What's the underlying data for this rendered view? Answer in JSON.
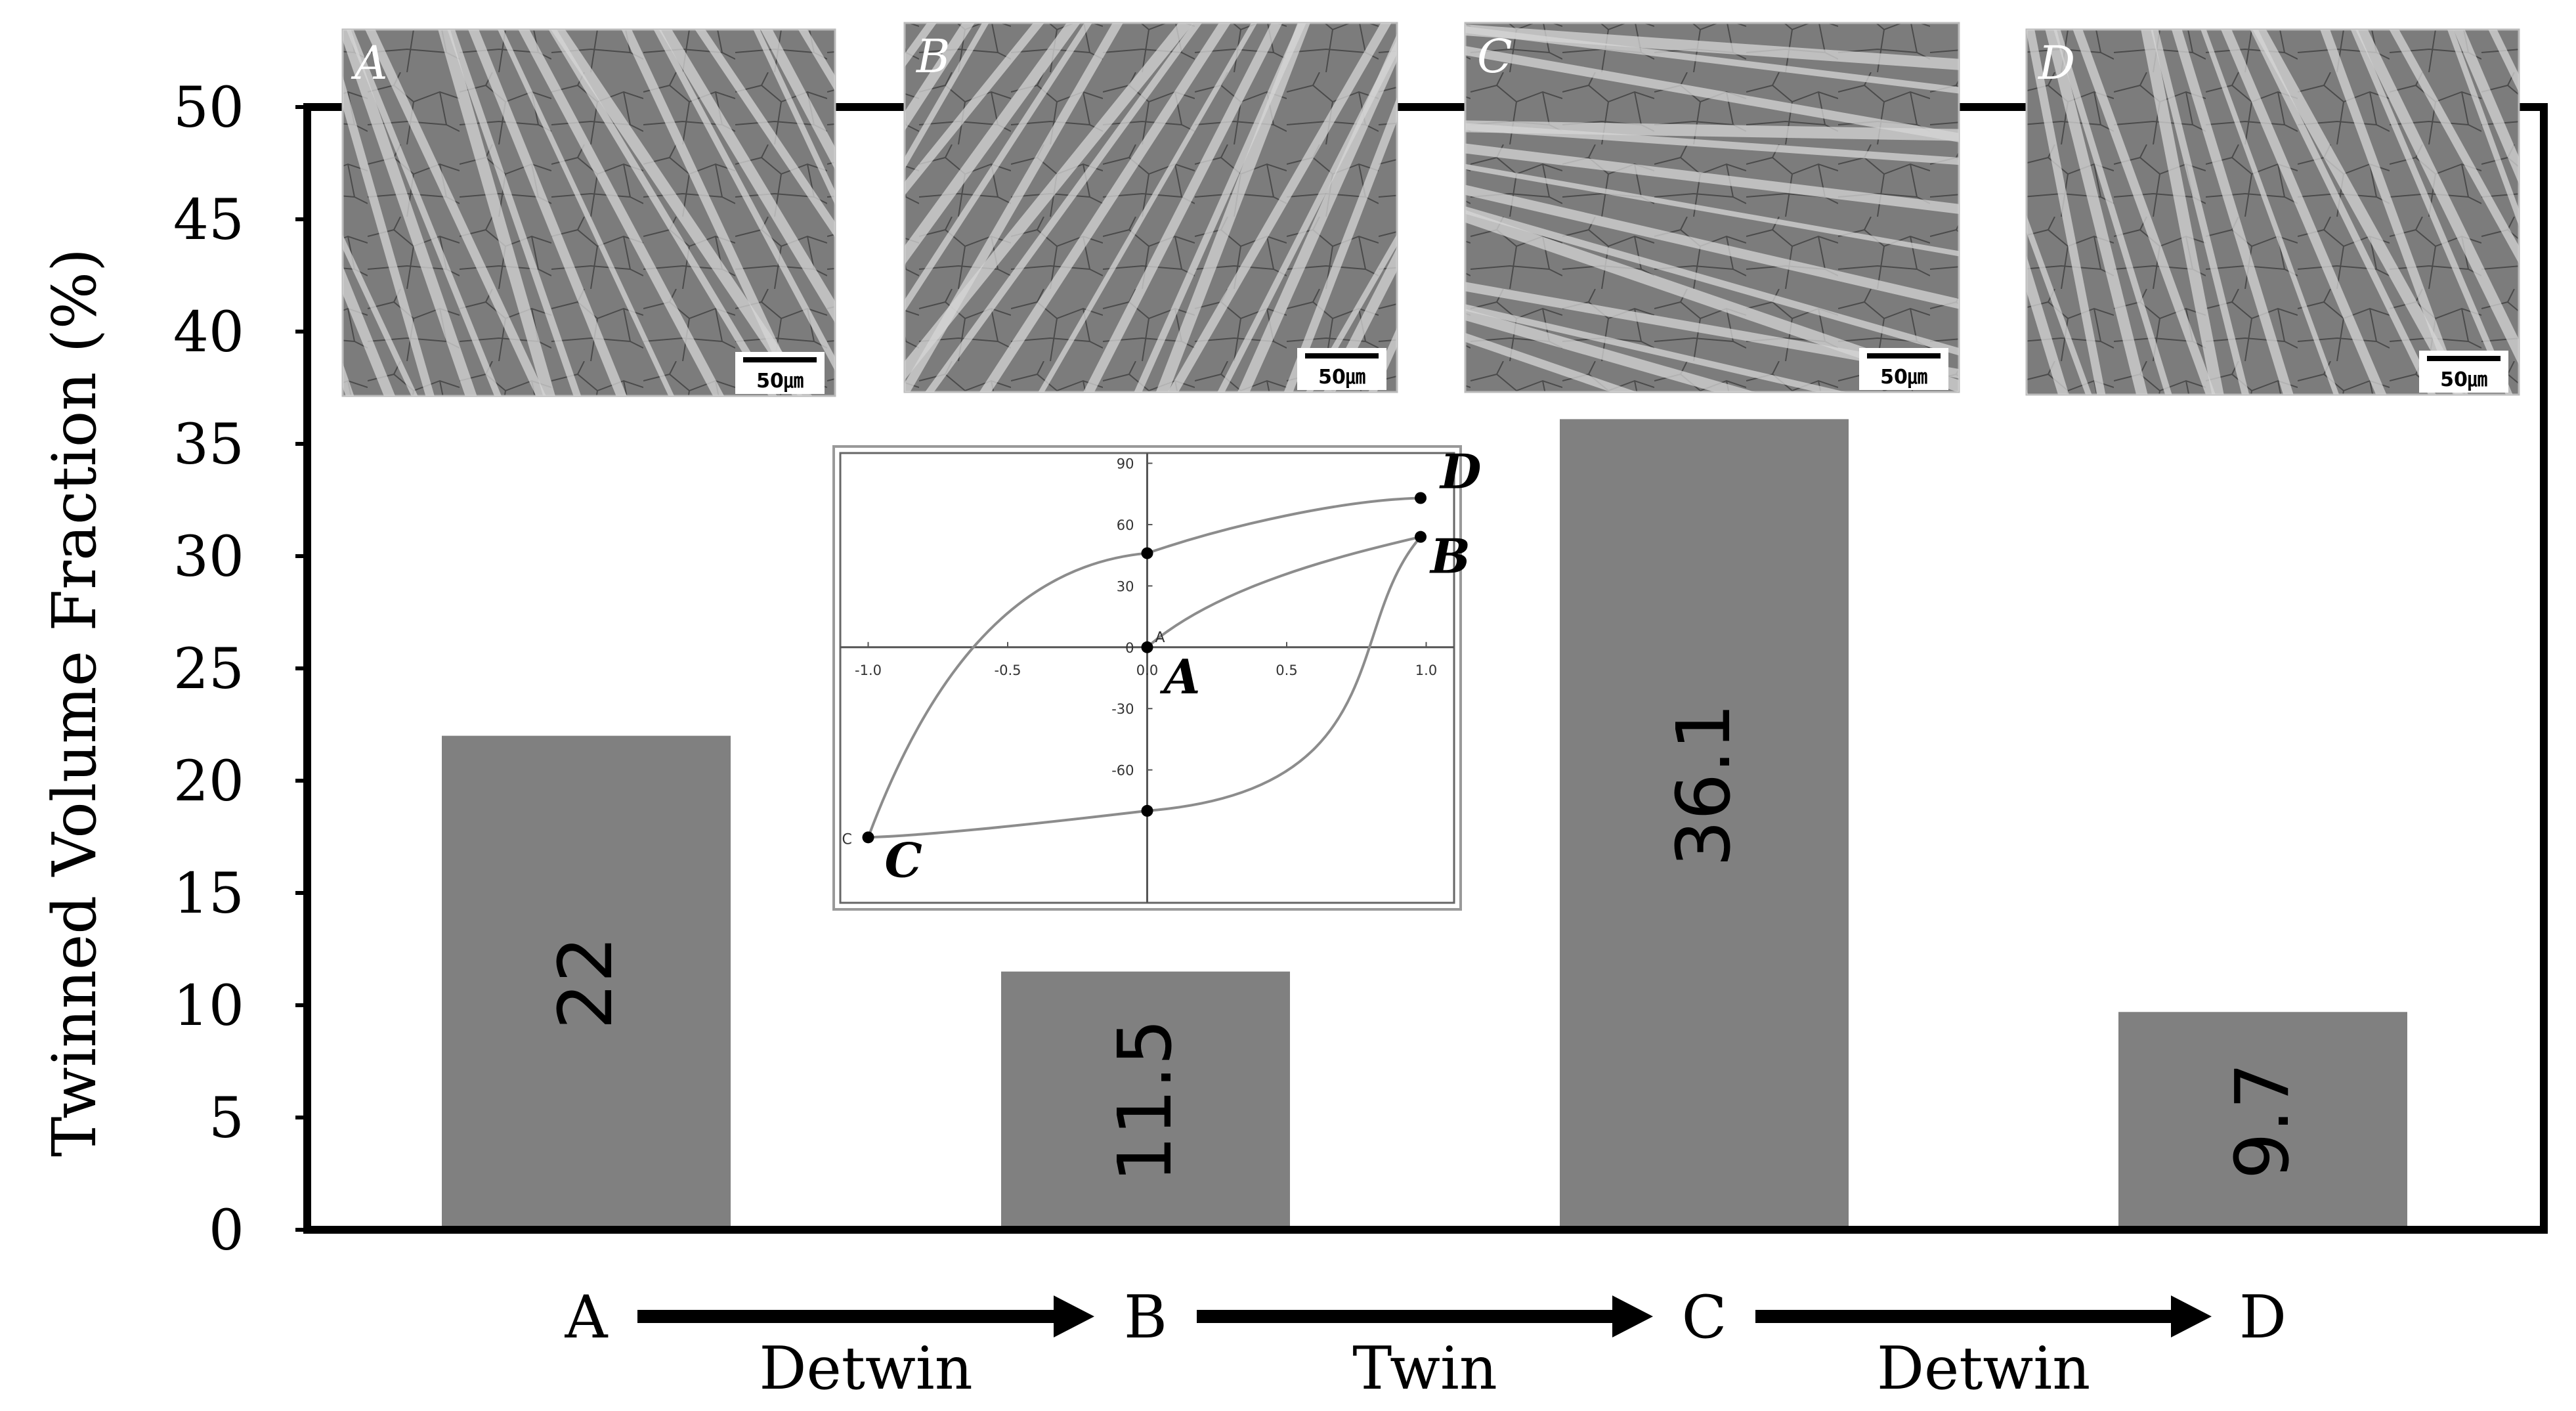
{
  "chart_data": {
    "type": "bar",
    "categories": [
      "A",
      "B",
      "C",
      "D"
    ],
    "values": [
      22,
      11.5,
      36.1,
      9.7
    ],
    "value_labels": [
      "22",
      "11.5",
      "36.1",
      "9.7"
    ],
    "ylabel": "Twinned Volume Fraction (%)",
    "ylim": [
      0,
      50
    ],
    "yticks": [
      0,
      5,
      10,
      15,
      20,
      25,
      30,
      35,
      40,
      45,
      50
    ],
    "bar_color": "#808080",
    "sequence": {
      "points": [
        "A",
        "B",
        "C",
        "D"
      ],
      "transitions": [
        "Detwin",
        "Twin",
        "Detwin"
      ]
    },
    "micrographs": [
      {
        "label": "A",
        "scale_bar": "50㎛"
      },
      {
        "label": "B",
        "scale_bar": "50㎛"
      },
      {
        "label": "C",
        "scale_bar": "50㎛"
      },
      {
        "label": "D",
        "scale_bar": "50㎛"
      }
    ],
    "inset": {
      "type": "line",
      "xticks": [
        "-1.0",
        "-0.5",
        "0.0",
        "0.5",
        "1.0"
      ],
      "yticks": [
        "90",
        "60",
        "30",
        "0",
        "-30",
        "-60"
      ],
      "xlim": [
        -1.1,
        1.1
      ],
      "ylim": [
        -125,
        95
      ],
      "points": [
        {
          "name": "A",
          "x": 0.0,
          "y": 0
        },
        {
          "name": "B",
          "x": 0.98,
          "y": 54
        },
        {
          "name": "C",
          "x": -1.0,
          "y": -93
        },
        {
          "name": "D",
          "x": 0.98,
          "y": 73
        }
      ],
      "extra_markers": [
        {
          "x": 0.0,
          "y": 46
        },
        {
          "x": 0.0,
          "y": -80
        }
      ]
    }
  }
}
